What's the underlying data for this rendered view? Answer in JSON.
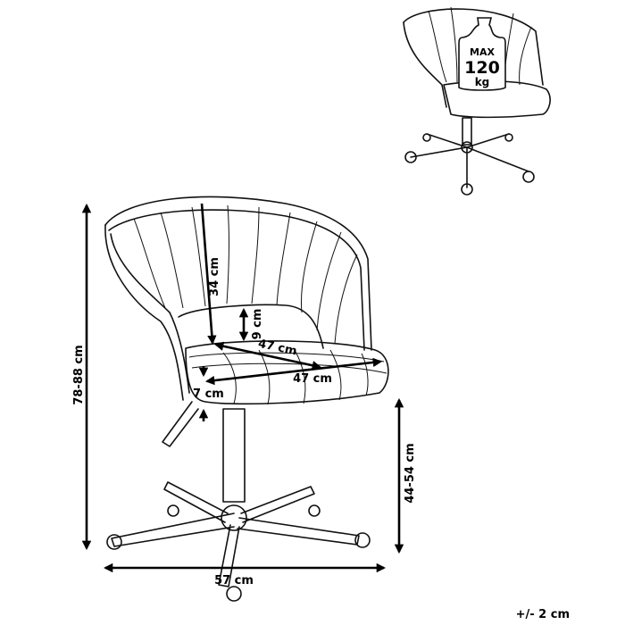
{
  "dimensions": {
    "total_height": "78-88 cm",
    "total_width": "57 cm",
    "seat_height": "44-54 cm",
    "backrest_height": "34 cm",
    "armrest_height": "9 cm",
    "seat_depth": "47 cm",
    "seat_width": "47 cm",
    "seat_thickness": "7 cm",
    "tolerance": "+/- 2 cm"
  },
  "max_load": {
    "line1": "MAX",
    "line2": "120",
    "line3": "kg"
  },
  "colors": {
    "line": "#111111",
    "background": "#ffffff"
  }
}
